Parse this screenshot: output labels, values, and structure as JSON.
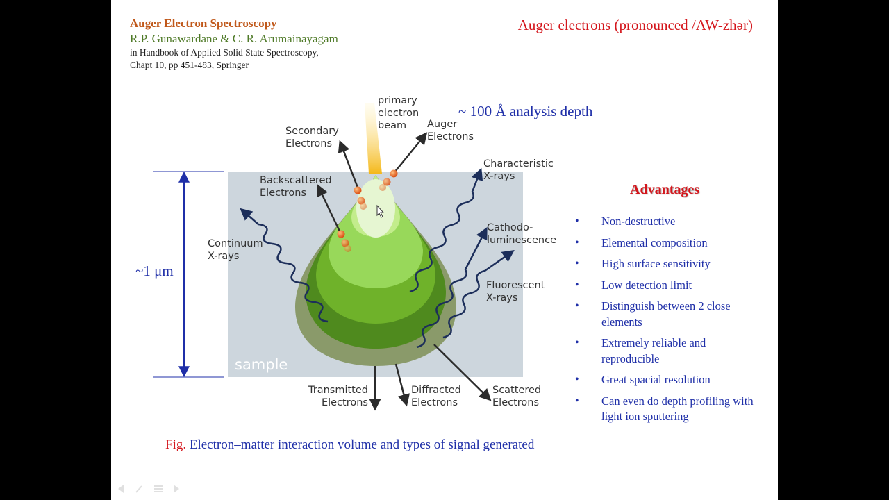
{
  "reference": {
    "title": "Auger Electron Spectroscopy",
    "authors": "R.P. Gunawardane & C. R. Arumainayagam",
    "line1": "in Handbook of Applied Solid State Spectroscopy,",
    "line2": "Chapt 10, pp 451-483, Springer"
  },
  "header_right": "Auger electrons  (pronounced /AW-zhər)",
  "depth_label": "~ 100  Å analysis  depth",
  "scale_label": "~1 μm",
  "diagram": {
    "primary_beam": "primary\nelectron\nbeam",
    "secondary": "Secondary\nElectrons",
    "auger": "Auger\nElectrons",
    "backscattered": "Backscattered\nElectrons",
    "characteristic": "Characteristic\nX-rays",
    "continuum": "Continuum\nX-rays",
    "cathodo": "Cathodo-\nluminescence",
    "fluorescent": "Fluorescent\nX-rays",
    "sample": "sample",
    "transmitted": "Transmitted\nElectrons",
    "diffracted": "Diffracted\nElectrons",
    "scattered": "Scattered\nElectrons"
  },
  "advantages": {
    "title": "Advantages",
    "items": [
      "Non-destructive",
      "Elemental composition",
      "High surface sensitivity",
      "Low detection limit",
      "Distinguish between 2 close elements",
      "Extremely reliable and reproducible",
      "Great spacial resolution",
      "Can even do depth profiling with light ion sputtering"
    ]
  },
  "caption": {
    "fig": "Fig.",
    "text": " Electron–matter interaction volume and types of signal generated"
  },
  "colors": {
    "title_orange": "#c0581a",
    "author_green": "#4f7a28",
    "accent_red": "#d4161c",
    "text_blue": "#1f2fa8",
    "sample_gray": "#cdd6dd"
  },
  "icons": [
    "prev-icon",
    "pen-icon",
    "menu-icon",
    "next-icon"
  ]
}
